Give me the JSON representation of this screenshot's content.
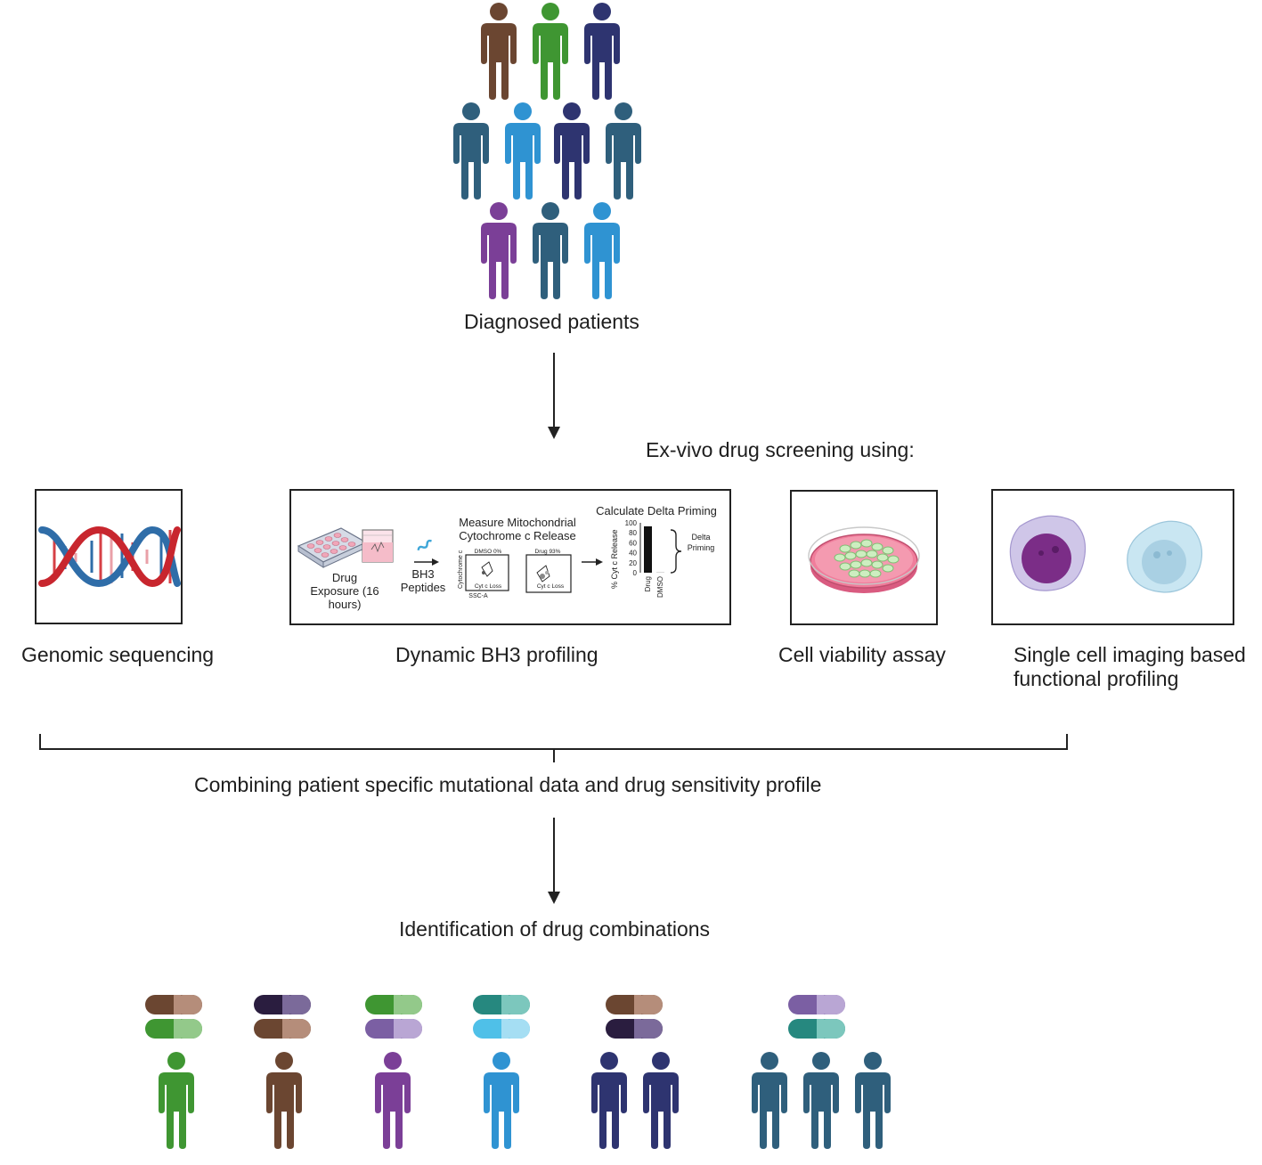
{
  "patients_label": "Diagnosed patients",
  "screening_heading": "Ex-vivo drug screening using:",
  "methods": {
    "genomic": "Genomic sequencing",
    "bh3": "Dynamic BH3 profiling",
    "viability": "Cell viability assay",
    "imaging_line1": "Single cell imaging based",
    "imaging_line2": "functional profiling"
  },
  "bh3_panel": {
    "drug_exposure_1": "Drug",
    "drug_exposure_2": "Exposure (16",
    "drug_exposure_3": "hours)",
    "peptides_1": "BH3",
    "peptides_2": "Peptides",
    "measure_1": "Measure Mitochondrial",
    "measure_2": "Cytochrome c Release",
    "plot1_header": "DMSO   0%",
    "plot2_header": "Drug   93%",
    "plot_ylabel": "Cytochrome c",
    "plot_xlabel": "SSC-A",
    "plot_gate": "Cyt c Loss",
    "calc_title": "Calculate Delta Priming",
    "bar_ylabel": "% Cyt c Release",
    "bar_ticks": [
      "100",
      "80",
      "60",
      "40",
      "20",
      "0"
    ],
    "bar_categories": [
      "Drug",
      "DMSO"
    ],
    "bar_values": [
      93,
      0.28
    ],
    "delta_1": "Delta",
    "delta_2": "Priming"
  },
  "combine_label": "Combining patient specific mutational data and drug sensitivity profile",
  "result_label": "Identification of drug combinations",
  "colors": {
    "brown": "#6b4631",
    "green": "#3f9632",
    "navy": "#2e3470",
    "teal": "#2f5f7c",
    "sky": "#2f93d2",
    "purple": "#7b3f97",
    "dark": "#2a1d3f",
    "cyan_teal": "#26887f",
    "light_blue": "#4fc0e8"
  }
}
